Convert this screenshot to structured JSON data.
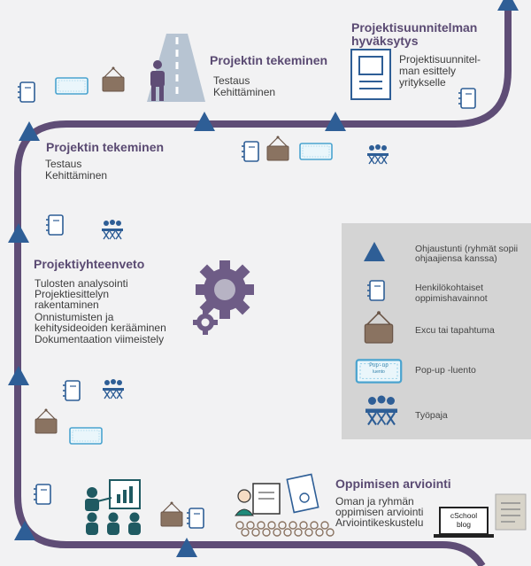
{
  "sections": {
    "approval": {
      "title_line1": "Projektisuunnitelman",
      "title_line2": "hyväksytys",
      "body": [
        "Projektisuunnitel-",
        "man esittely",
        "yritykselle"
      ]
    },
    "project_top": {
      "title": "Projektin tekeminen",
      "body": [
        "Testaus",
        "Kehittäminen"
      ]
    },
    "project_mid": {
      "title": "Projektin tekeminen",
      "body": [
        "Testaus",
        "Kehittäminen"
      ]
    },
    "summary": {
      "title": "Projektiyhteenveto",
      "body": [
        "Tulosten analysointi",
        "Projektiesittelyn",
        "rakentaminen",
        "Onnistumisten ja",
        "kehitysideoiden kerääminen",
        "Dokumentaation viimeistely"
      ]
    },
    "assessment": {
      "title": "Oppimisen arviointi",
      "body": [
        "Oman ja ryhmän",
        "oppimisen arviointi",
        "Arviointikeskustelu"
      ]
    }
  },
  "laptop": {
    "line1": "cSchool",
    "line2": "blog"
  },
  "popup_card": {
    "line1": "Pop-up",
    "line2": "luento"
  },
  "legend": {
    "items": [
      {
        "icon": "triangle-icon",
        "label": [
          "Ohjaustunti (ryhmät sopii",
          "ohjaajiensa kanssa)"
        ]
      },
      {
        "icon": "notebook-icon",
        "label": [
          "Henkilökohtaiset",
          "oppimishavainnot"
        ]
      },
      {
        "icon": "signboard-icon",
        "label": [
          "Excu tai tapahtuma"
        ]
      },
      {
        "icon": "popup-card-icon",
        "label": [
          "Pop-up -luento"
        ]
      },
      {
        "icon": "workshop-icon",
        "label": [
          "Työpaja"
        ]
      }
    ]
  },
  "colors": {
    "path": "#5f4d76",
    "triangle": "#2e5e96",
    "notebook": "#2e5e96",
    "signboard": "#8a7361",
    "popup": "#4aa3cf",
    "gear": "#6e5c86",
    "teal": "#1f5a62",
    "legend_bg": "#d4d4d4"
  }
}
